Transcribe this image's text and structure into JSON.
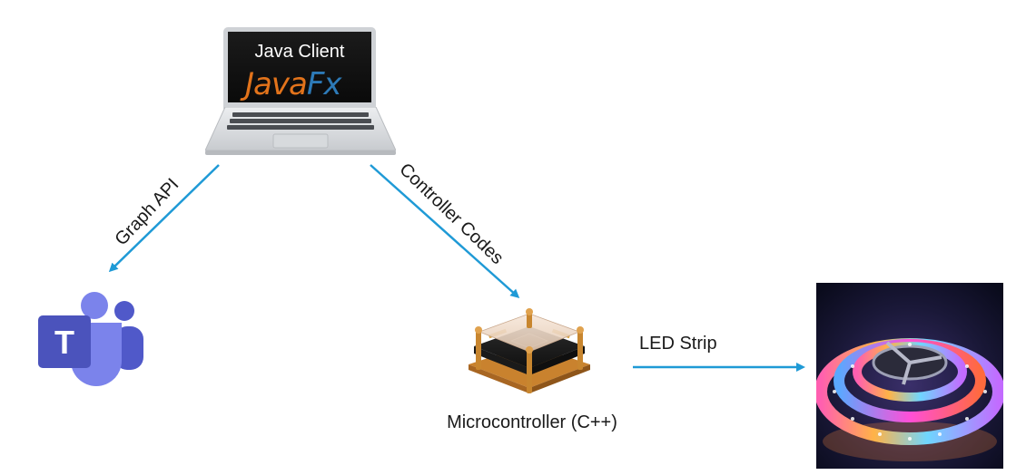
{
  "laptop": {
    "screen_title": "Java Client",
    "logo_text_java": "Java",
    "logo_text_fx": "Fx",
    "logo_colors": {
      "java": "#e2731b",
      "fx": "#2d7ab7"
    }
  },
  "teams": {
    "logo_letter": "T",
    "colors": {
      "primary": "#4b53bc",
      "secondary": "#7b83eb"
    }
  },
  "microcontroller": {
    "caption": "Microcontroller (C++)"
  },
  "arrows": {
    "graph_api_label": "Graph API",
    "controller_codes_label": "Controller Codes",
    "led_strip_label": "LED Strip",
    "color": "#1f9ad6"
  }
}
